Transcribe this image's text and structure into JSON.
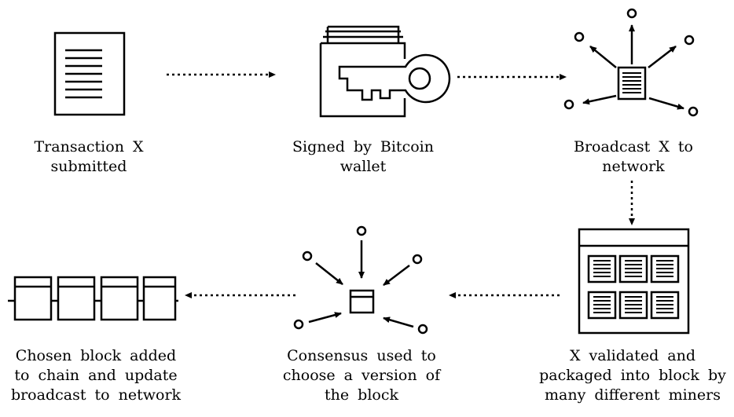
{
  "steps": [
    {
      "id": "submitted",
      "lines": [
        "Transaction X",
        "submitted"
      ]
    },
    {
      "id": "signed",
      "lines": [
        "Signed by Bitcoin",
        "wallet"
      ]
    },
    {
      "id": "broadcast",
      "lines": [
        "Broadcast X to",
        "network"
      ]
    },
    {
      "id": "validated",
      "lines": [
        "X validated and",
        "packaged into block by",
        "many different miners"
      ]
    },
    {
      "id": "consensus",
      "lines": [
        "Consensus used to",
        "choose a version of",
        "the block"
      ]
    },
    {
      "id": "chain",
      "lines": [
        "Chosen block added",
        "to chain and update",
        "broadcast to network"
      ]
    }
  ],
  "icons": {
    "submitted": "document-icon",
    "signed": "wallet-key-icon",
    "broadcast": "broadcast-icon",
    "validated": "block-grid-icon",
    "consensus": "consensus-icon",
    "chain": "blockchain-icon"
  },
  "colors": {
    "stroke": "#000000",
    "background": "#ffffff"
  }
}
